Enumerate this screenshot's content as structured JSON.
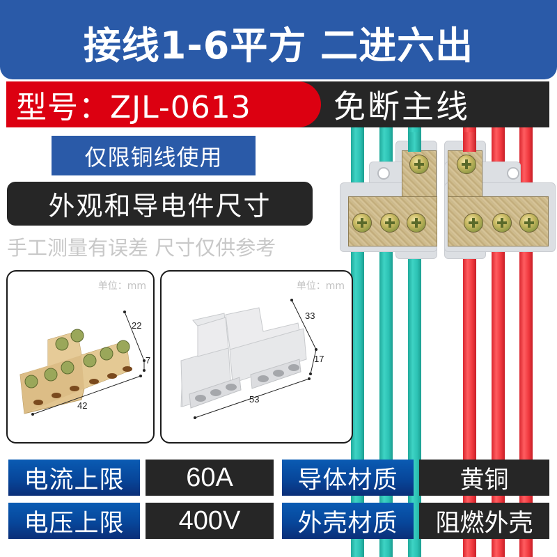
{
  "header": {
    "title": "接线1-6平方 二进六出"
  },
  "model_band": {
    "model": "型号：ZJL-0613",
    "feature": "免断主线"
  },
  "notice": {
    "copper_only": "仅限铜线使用"
  },
  "dimensions_section": {
    "title": "外观和导电件尺寸",
    "disclaimer": "手工测量有误差 尺寸仅供参考",
    "cards": [
      {
        "name": "brass-conductor",
        "unit": "单位：mm",
        "dimensions": {
          "width": "42",
          "depth": "22",
          "height": "7"
        }
      },
      {
        "name": "housing",
        "unit": "单位：mm",
        "dimensions": {
          "width": "53",
          "depth": "33",
          "height": "17"
        }
      }
    ]
  },
  "specs": [
    {
      "label": "电流上限",
      "value": "60A"
    },
    {
      "label": "导体材质",
      "value": "黄铜"
    },
    {
      "label": "电压上限",
      "value": "400V"
    },
    {
      "label": "外壳材质",
      "value": "阻燃外壳"
    }
  ],
  "colors": {
    "header_blue": "#2a5aa8",
    "model_red": "#dc0011",
    "dark_band": "#262626",
    "wire_teal": "#2cc2b4",
    "wire_red": "#f0393f",
    "spec_label_blue": "#07469a"
  }
}
